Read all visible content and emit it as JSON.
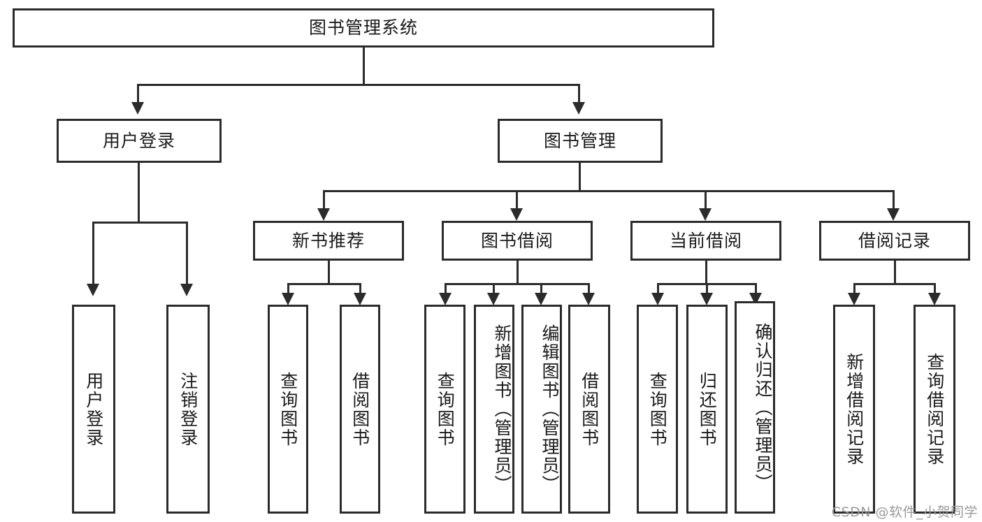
{
  "diagram": {
    "title": "图书管理系统",
    "type": "tree-hierarchy",
    "accent_color": "#2b2b2b",
    "background_color": "#ffffff",
    "root": {
      "label": "图书管理系统"
    },
    "level2": [
      {
        "label": "用户登录"
      },
      {
        "label": "图书管理"
      }
    ],
    "level3": [
      {
        "label": "新书推荐"
      },
      {
        "label": "图书借阅"
      },
      {
        "label": "当前借阅"
      },
      {
        "label": "借阅记录"
      }
    ],
    "leaves": {
      "user_login": [
        {
          "label": "用户登录"
        },
        {
          "label": "注销登录"
        }
      ],
      "new_book_recommend": [
        {
          "label": "查询图书"
        },
        {
          "label": "借阅图书"
        }
      ],
      "book_borrow": [
        {
          "label": "查询图书"
        },
        {
          "label": "新增图书（管理员）"
        },
        {
          "label": "编辑图书（管理员）"
        },
        {
          "label": "借阅图书"
        }
      ],
      "current_borrow": [
        {
          "label": "查询图书"
        },
        {
          "label": "归还图书"
        },
        {
          "label": "确认归还（管理员）"
        }
      ],
      "borrow_record": [
        {
          "label": "新增借阅记录"
        },
        {
          "label": "查询借阅记录"
        }
      ]
    }
  },
  "watermark": {
    "text": "CSDN @软件_小贺同学"
  }
}
